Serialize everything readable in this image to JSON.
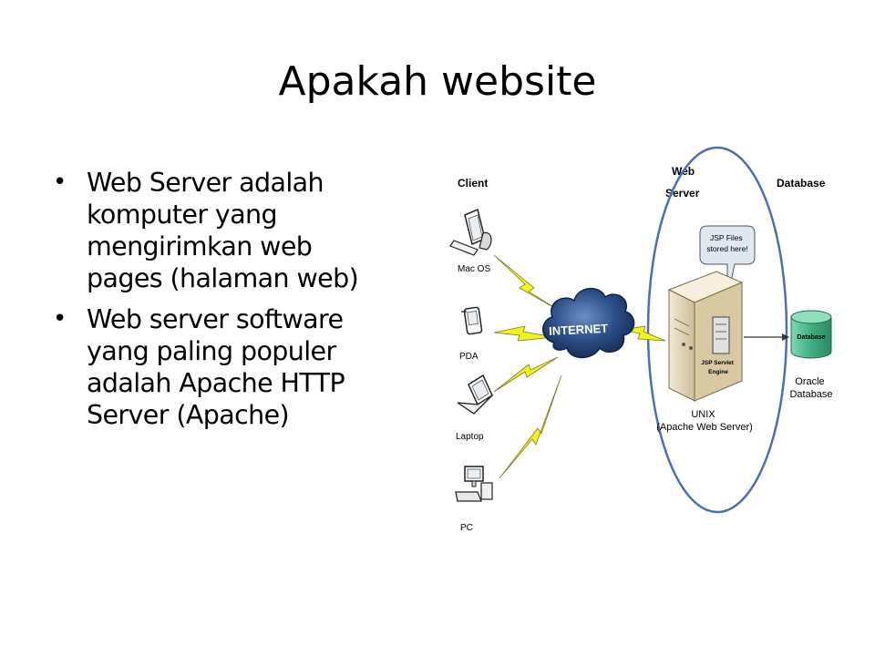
{
  "slide": {
    "title": "Apakah website",
    "bullets": [
      "Web Server adalah komputer yang mengirimkan web pages (halaman web)",
      "Web server software yang paling populer adalah Apache HTTP Server  (Apache)"
    ],
    "bullet_lines": [
      [
        "Web Server adalah",
        "komputer yang",
        "mengirimkan web",
        "pages (halaman web)"
      ],
      [
        "Web server software",
        "yang paling populer",
        "adalah Apache HTTP",
        "Server  (Apache)"
      ]
    ],
    "bullet_symbol": "•"
  },
  "diagram": {
    "headers": {
      "client": "Client",
      "web_server_line1": "Web",
      "web_server_line2": "Server",
      "database": "Database"
    },
    "devices": [
      "Mac OS",
      "PDA",
      "Laptop",
      "PC"
    ],
    "internet": "INTERNET",
    "callout_line1": "JSP Files",
    "callout_line2": "stored here!",
    "server_label_line1": "JSP Servlet",
    "server_label_line2": "Engine",
    "unix_line1": "UNIX",
    "unix_line2": "(Apache Web Server)",
    "db_cylinder_label": "Database",
    "db_line1": "Oracle",
    "db_line2": "Database",
    "colors": {
      "ellipse": "#4a6fb5",
      "lightning": "#f2f21d",
      "cloud": "#2b4d86",
      "server_body": "#e8dcc0",
      "db_cylinder": "#43b88a",
      "callout": "#dfe8f0"
    }
  }
}
